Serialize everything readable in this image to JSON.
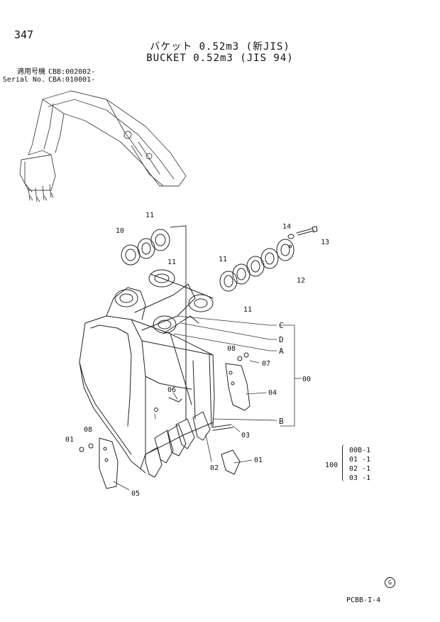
{
  "page": {
    "number": "347",
    "title_jp": "バケット 0.52m3 (新JIS)",
    "title_en": "BUCKET 0.52m3 (JIS 94)",
    "serial": [
      {
        "label": "適用号機",
        "value": "CBB:002002-"
      },
      {
        "label": "Serial No.",
        "value": "CBA:010001-"
      }
    ],
    "footer_code": "PCBB-I-4",
    "revision_mark": "G"
  },
  "callouts": {
    "c11a": "11",
    "c10": "10",
    "c11b": "11",
    "c14": "14",
    "c13": "13",
    "c12": "12",
    "c11c": "11",
    "c11d": "11",
    "cC": "C",
    "cD": "D",
    "cA": "A",
    "cB": "B",
    "c08a": "08",
    "c07": "07",
    "c00": "00",
    "c04": "04",
    "c06": "06",
    "c03": "03",
    "c01a": "01",
    "c08b": "08",
    "c02": "02",
    "c01b": "01",
    "c05": "05"
  },
  "assembly_table": {
    "label": "100",
    "rows": [
      "00B-1",
      "01 -1",
      "02 -1",
      "03 -1"
    ]
  }
}
